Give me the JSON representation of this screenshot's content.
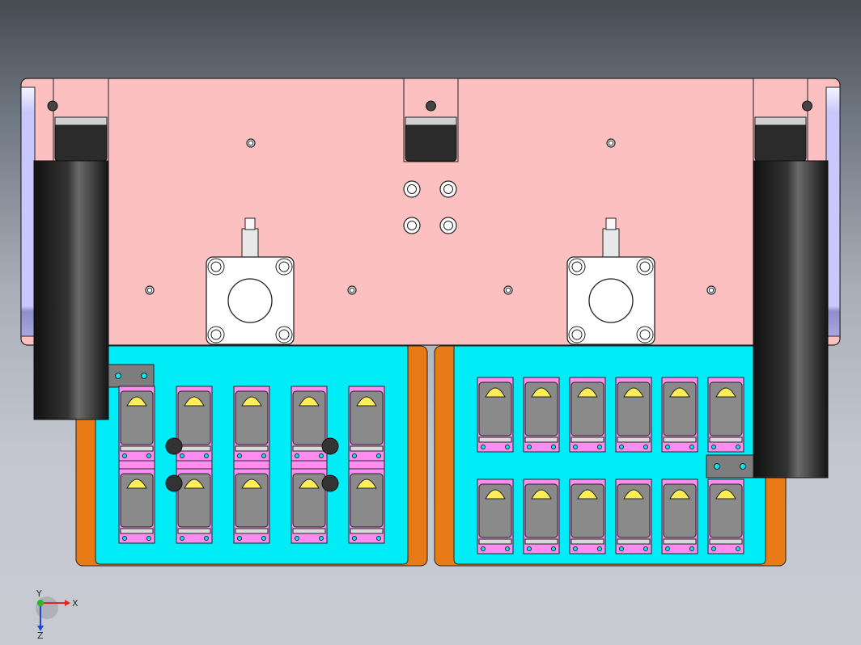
{
  "viewport": {
    "background_top": "#464b52",
    "background_bottom": "#c9cbd3"
  },
  "model": {
    "colors": {
      "top_plate": "#fcc0c0",
      "tray": "#00ecf6",
      "tray_frame": "#e97b16",
      "wheel": "#333333",
      "side_block": "#c8c8ff",
      "motor_mount": "#ffffff",
      "switch_body": "#8a8a8a",
      "switch_cap": "#ff8cf0",
      "switch_button": "#ffee55",
      "bracket": "#7d7d7d"
    },
    "counts": {
      "left_switch_columns": 5,
      "left_switch_rows": 2,
      "right_switch_columns": 6,
      "right_switch_rows": 2
    }
  },
  "triad": {
    "x_label": "X",
    "y_label": "Y",
    "z_label": "Z",
    "x_color": "#e52424",
    "y_color": "#1fbf1f",
    "z_color": "#2244dd"
  }
}
